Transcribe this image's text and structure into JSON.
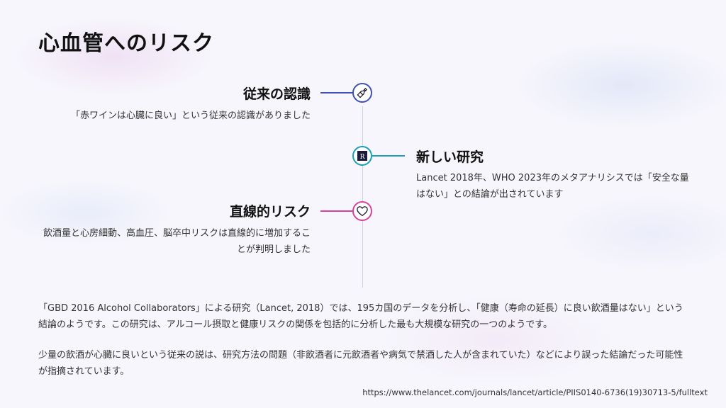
{
  "slide": {
    "title": "心血管へのリスク"
  },
  "timeline": {
    "items": [
      {
        "heading": "従来の認識",
        "description": "「赤ワインは心臓に良い」という従来の認識がありました",
        "icon": "wine-bottle-icon",
        "color": "#3f51b5"
      },
      {
        "heading": "新しい研究",
        "description": "Lancet 2018年、WHO 2023年のメタアナリシスでは「安全な量はない」との結論が出されています",
        "icon": "research-r-icon",
        "icon_label": "R",
        "color": "#1e9db8"
      },
      {
        "heading": "直線的リスク",
        "description": "飲酒量と心房細動、高血圧、脳卒中リスクは直線的に増加することが判明しました",
        "icon": "heart-icon",
        "color": "#d6449e"
      }
    ]
  },
  "body": {
    "paragraph1": "「GBD 2016 Alcohol Collaborators」による研究（Lancet, 2018）では、195カ国のデータを分析し、「健康（寿命の延長）に良い飲酒量はない」という結論のようです。この研究は、アルコール摂取と健康リスクの関係を包括的に分析した最も大規模な研究の一つのようです。",
    "paragraph2": "少量の飲酒が心臓に良いという従来の説は、研究方法の問題（非飲酒者に元飲酒者や病気で禁酒した人が含まれていた）などにより誤った結論だった可能性が指摘されています。"
  },
  "source": {
    "url": "https://www.thelancet.com/journals/lancet/article/PIIS0140-6736(19)30713-5/fulltext"
  }
}
